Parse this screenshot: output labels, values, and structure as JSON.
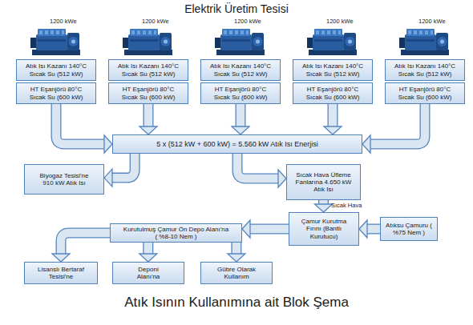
{
  "diagram": {
    "title": "Elektrik Üretim Tesisi",
    "caption": "Atık Isının Kullanımına ait Blok Şema",
    "nodes": [
      {
        "text": [
          "Atık Isı Kazanı 140°C Sıcak Su (512 kW)"
        ]
      },
      {
        "text": [
          "Atık Isı Kazanı 140°C Sıcak Su (512 kW)"
        ]
      },
      {
        "text": [
          "Atık Isı Kazanı 140°C Sıcak Su (512 kW)"
        ]
      },
      {
        "text": [
          "Atık Isı Kazanı 140°C Sıcak Su (512 kW)"
        ]
      },
      {
        "text": [
          "Atık Isı Kazanı 140°C Sıcak Su (512 kW)"
        ]
      },
      {
        "text": [
          "HT Eşanjörü 80°C Sıcak Su (600 kW)"
        ]
      },
      {
        "text": [
          "HT Eşanjörü 80°C Sıcak Su (600 kW)"
        ]
      },
      {
        "text": [
          "HT Eşanjörü 80°C Sıcak Su (600 kW)"
        ]
      },
      {
        "text": [
          "HT Eşanjörü 80°C Sıcak Su (600 kW)"
        ]
      },
      {
        "text": [
          "HT Eşanjörü 80°C Sıcak Su (600 kW)"
        ]
      },
      {
        "text": [
          "5 x (512 kW + 600 kW) = 5.560 kW Atık Isı Enerjisi"
        ]
      },
      {
        "text": [
          "Biyogaz Tesisi'ne 910 kW Atık Isı"
        ]
      },
      {
        "text": [
          "Sıcak Hava Üfleme Fanlarına 4.650 kW Atık Isı"
        ]
      },
      {
        "text": [
          "Kurutulmuş Çamur Ön Depo Alanı'na ( %8-10 Nem )"
        ]
      },
      {
        "text": [
          "Çamur Kurutma Fırını (Bantlı Kurutucu)"
        ]
      },
      {
        "text": [
          "Atıksu Çamuru ( %75 Nem )"
        ]
      },
      {
        "text": [
          "Lisanslı Bertaraf Tesisi'ne"
        ]
      },
      {
        "text": [
          "Deponi Alanı'na"
        ]
      },
      {
        "text": [
          "Gübre Olarak Kullanım"
        ]
      }
    ],
    "edges": [
      {
        "from": 5,
        "to": 10,
        "arrow": "to"
      },
      {
        "from": 6,
        "to": 10,
        "arrow": "to"
      },
      {
        "from": 7,
        "to": 10,
        "arrow": "to"
      },
      {
        "from": 8,
        "to": 10,
        "arrow": "to"
      },
      {
        "from": 9,
        "to": 10,
        "arrow": "to"
      },
      {
        "from": 10,
        "to": 11,
        "arrow": "to"
      },
      {
        "from": 10,
        "to": 12,
        "arrow": "to"
      },
      {
        "from": 12,
        "to": 14,
        "arrow": "to"
      },
      {
        "from": 15,
        "to": 14,
        "arrow": "to"
      },
      {
        "from": 14,
        "to": 13,
        "arrow": "to"
      },
      {
        "from": 13,
        "to": 16,
        "arrow": "to"
      },
      {
        "from": 13,
        "to": 17,
        "arrow": "to"
      },
      {
        "from": 13,
        "to": 18,
        "arrow": "to"
      }
    ],
    "labels": [
      "1200 kWe",
      "1200 kWe",
      "1200 kWe",
      "1200 kWe",
      "1200 kWe",
      "Sıcak Hava"
    ]
  }
}
